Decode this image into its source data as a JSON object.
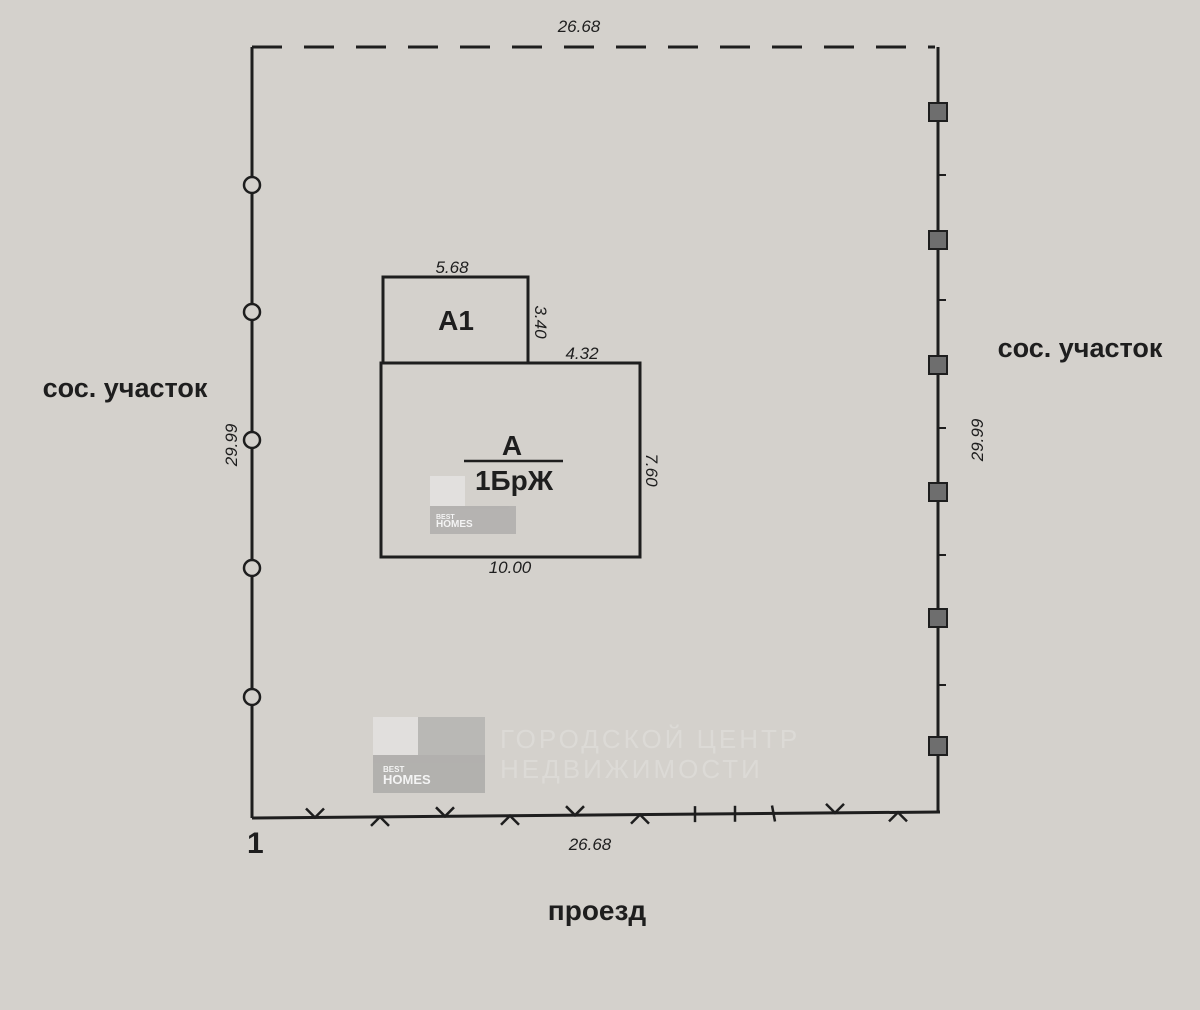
{
  "plot": {
    "top_length": "26.68",
    "bottom_length": "26.68",
    "left_length": "29.99",
    "right_length": "29.99",
    "corner_point": "1",
    "left_neighbor": "сос. участок",
    "right_neighbor": "сос. участок",
    "bottom_label": "проезд"
  },
  "buildings": {
    "a1": {
      "label": "А1",
      "width": "5.68",
      "depth": "3.40"
    },
    "a": {
      "label": "А",
      "material": "1БрЖ",
      "width": "10.00",
      "depth": "7.60",
      "extension": "4.32"
    }
  },
  "watermark": {
    "brand_top": "BEST",
    "brand_bottom": "HOMES",
    "text_line1": "ГОРОДСКОЙ ЦЕНТР",
    "text_line2": "НЕДВИЖИМОСТИ"
  },
  "colors": {
    "paper": "#d4d1cc",
    "ink": "#1e1e1e",
    "square_fill": "#6e6e6e"
  }
}
